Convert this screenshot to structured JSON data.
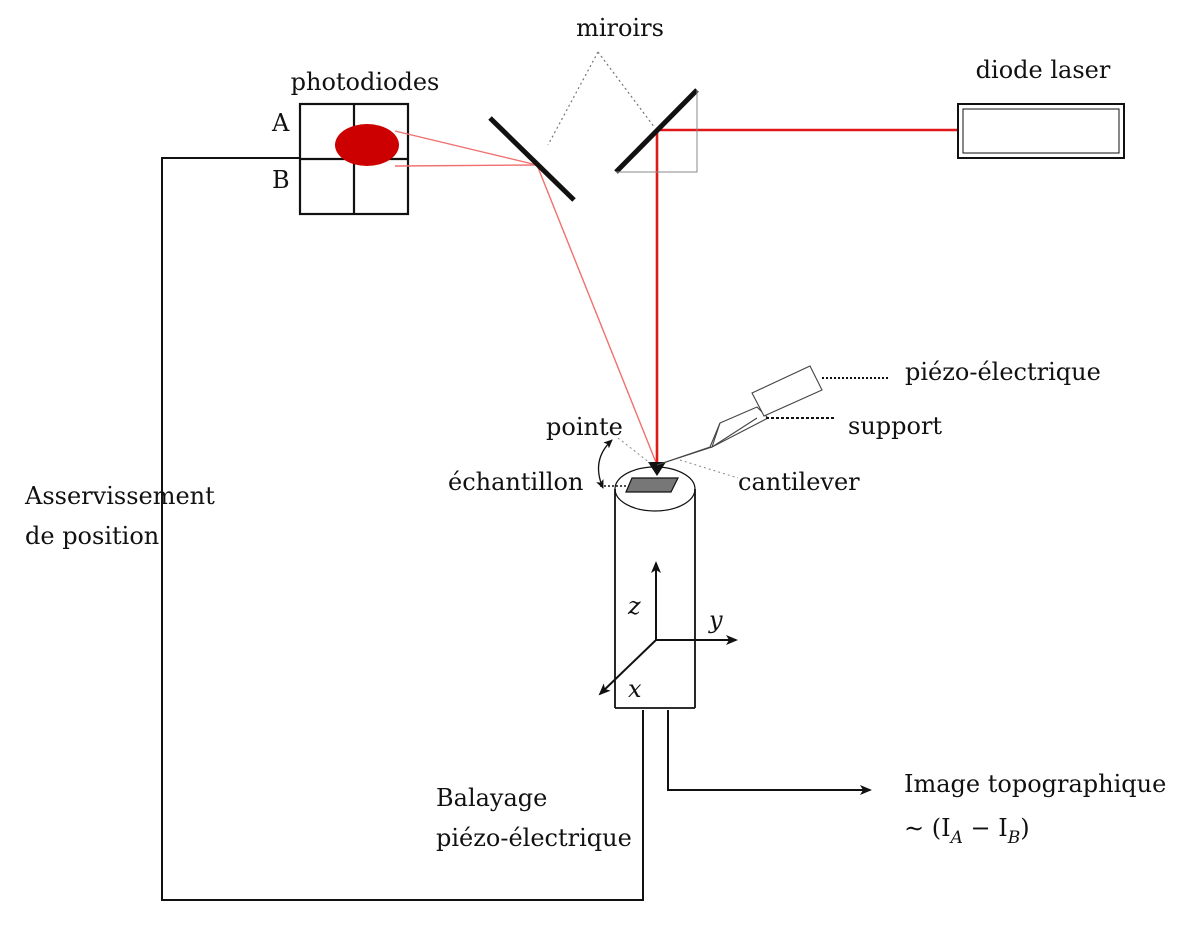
{
  "diagram": {
    "labels": {
      "miroirs": "miroirs",
      "photodiodes": "photodiodes",
      "diode_laser": "diode laser",
      "quadrant_a": "A",
      "quadrant_b": "B",
      "piezo_electrique": "piézo-électrique",
      "support": "support",
      "pointe": "pointe",
      "echantillon": "échantillon",
      "cantilever": "cantilever",
      "asservissement_line1": "Asservissement",
      "asservissement_line2": "de position",
      "balayage_line1": "Balayage",
      "balayage_line2": "piézo-électrique",
      "image_line1": "Image topographique",
      "image_line2": "∼ (I",
      "image_sub_a": "A",
      "image_minus": " − I",
      "image_sub_b": "B",
      "image_close": ")"
    },
    "axes": {
      "z": "z",
      "y": "y",
      "x": "x"
    },
    "colors": {
      "laser": "#e01818",
      "laser_reflected": "#f07070",
      "spot": "#cc0000",
      "line": "#111111",
      "thin": "#777777",
      "sample": "#777777"
    }
  }
}
